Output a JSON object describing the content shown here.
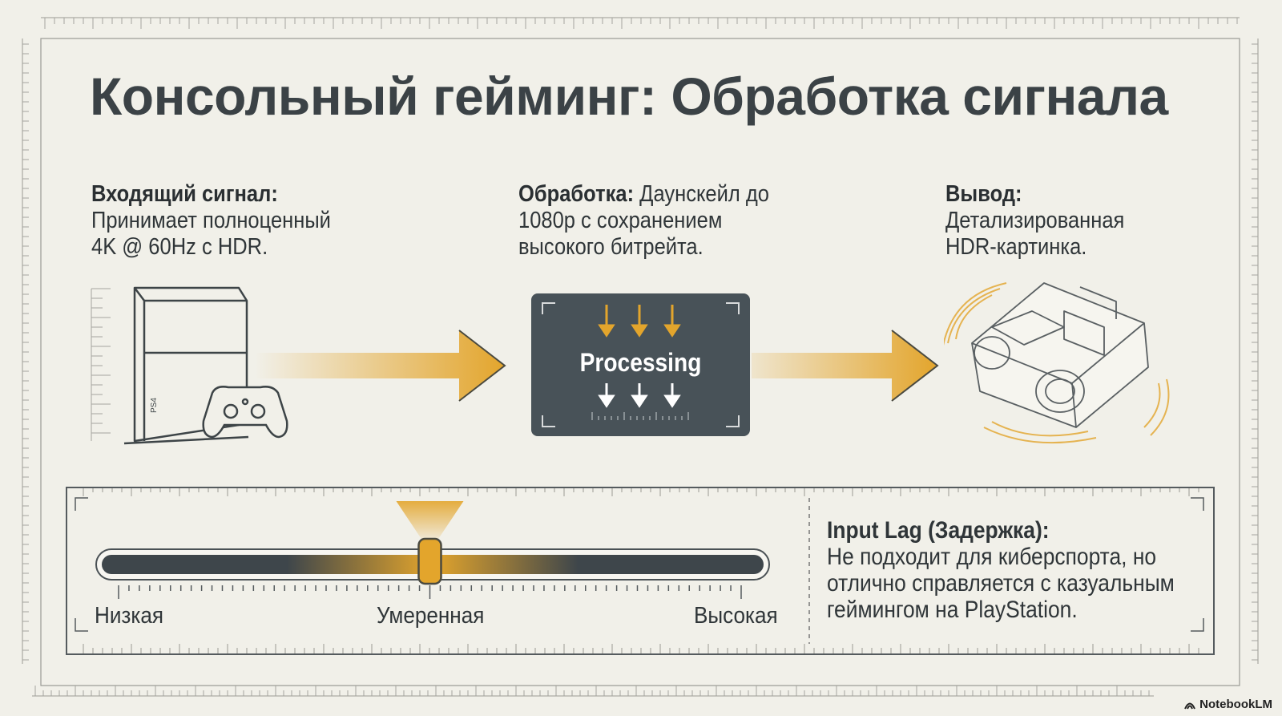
{
  "title": "Консольный гейминг: Обработка сигнала",
  "stages": {
    "input": {
      "heading": "Входящий сигнал:",
      "lines": [
        "Принимает полноценный",
        "4K @ 60Hz с HDR."
      ]
    },
    "processing": {
      "heading": "Обработка:",
      "lines": [
        " Даунскейл до",
        "1080p с сохранением",
        "высокого битрейта."
      ],
      "box_label": "Processing"
    },
    "output": {
      "heading": "Вывод:",
      "lines": [
        "Детализированная",
        "HDR-картинка."
      ]
    }
  },
  "console_label": "PS4",
  "input_lag": {
    "heading": "Input Lag (Задержка):",
    "lines": [
      "Не подходит для киберспорта, но",
      "отлично справляется с казуальным",
      "геймингом на PlayStation."
    ],
    "scale": {
      "low": "Низкая",
      "mid": "Умеренная",
      "high": "Высокая"
    },
    "level": 0.5
  },
  "brand": {
    "name": "NotebookLM",
    "icon": "notebooklm-icon"
  },
  "colors": {
    "accent": "#e3a52c",
    "dark": "#485258",
    "background": "#f1f0e9",
    "text": "#343a3e"
  }
}
